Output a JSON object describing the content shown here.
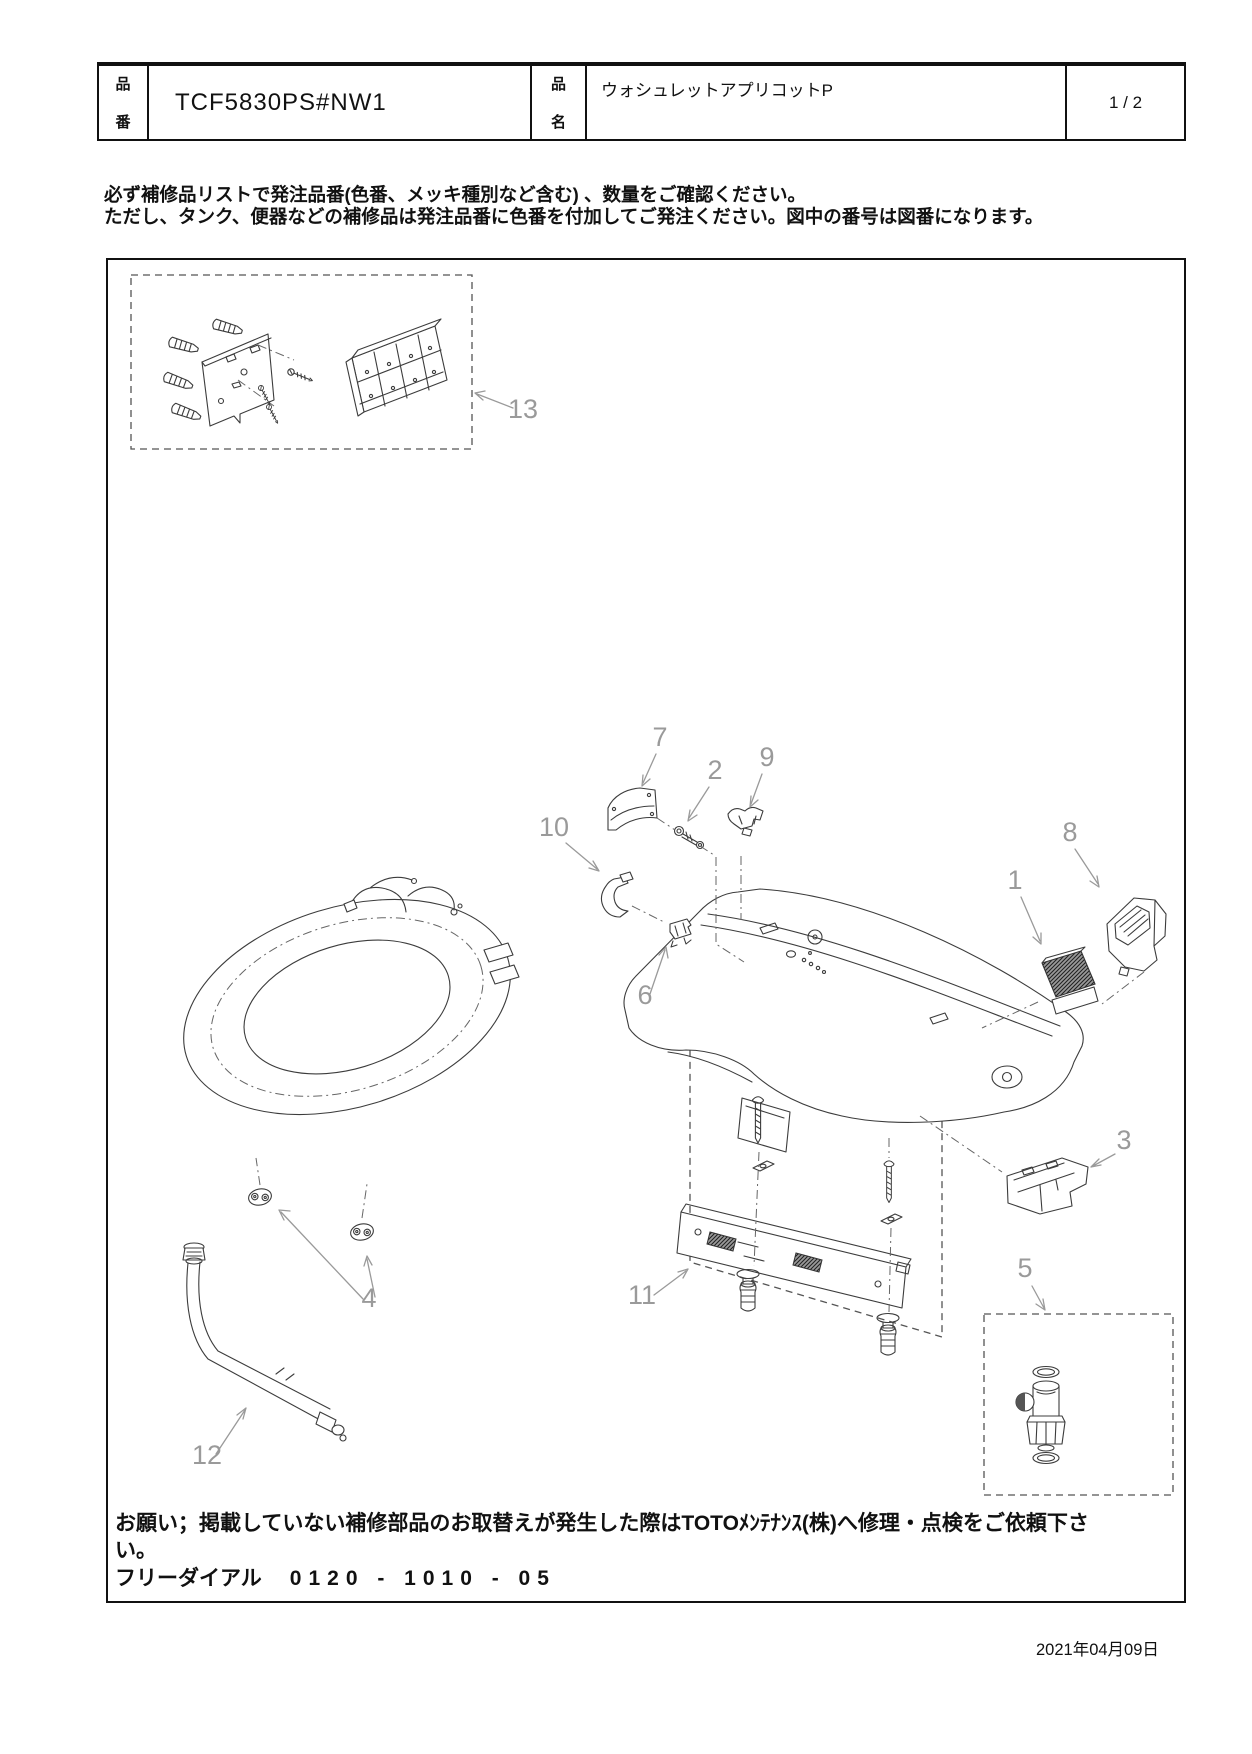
{
  "header": {
    "part_number_label_top": "品",
    "part_number_label_bottom": "番",
    "part_number": "TCF5830PS#NW1",
    "product_name_label_top": "品",
    "product_name_label_bottom": "名",
    "product_name": "ウォシュレットアプリコットP",
    "page_indicator": "1 / 2"
  },
  "instructions": {
    "line1": "必ず補修品リストで発注品番(色番、メッキ種別など含む) 、数量をご確認ください。",
    "line2": "ただし、タンク、便器などの補修品は発注品番に色番を付加してご発注ください。図中の番号は図番になります。"
  },
  "diagram": {
    "callouts": {
      "c1": "1",
      "c2": "2",
      "c3": "3",
      "c4": "4",
      "c5": "5",
      "c6": "6",
      "c7": "7",
      "c8": "8",
      "c9": "9",
      "c10": "10",
      "c11": "11",
      "c12": "12",
      "c13": "13"
    }
  },
  "notice": {
    "line1": "お願い；掲載していない補修部品のお取替えが発生した際はTOTOﾒﾝﾃﾅﾝｽ(株)へ修理・点検をご依頼下さい。",
    "line2_label": "フリーダイアル",
    "line2_number": "0120 - 1010 - 05"
  },
  "date": "2021年04月09日",
  "colors": {
    "ink": "#111111",
    "drawing_line": "#3c3c3c",
    "callout_gray": "#9a9a9a"
  }
}
